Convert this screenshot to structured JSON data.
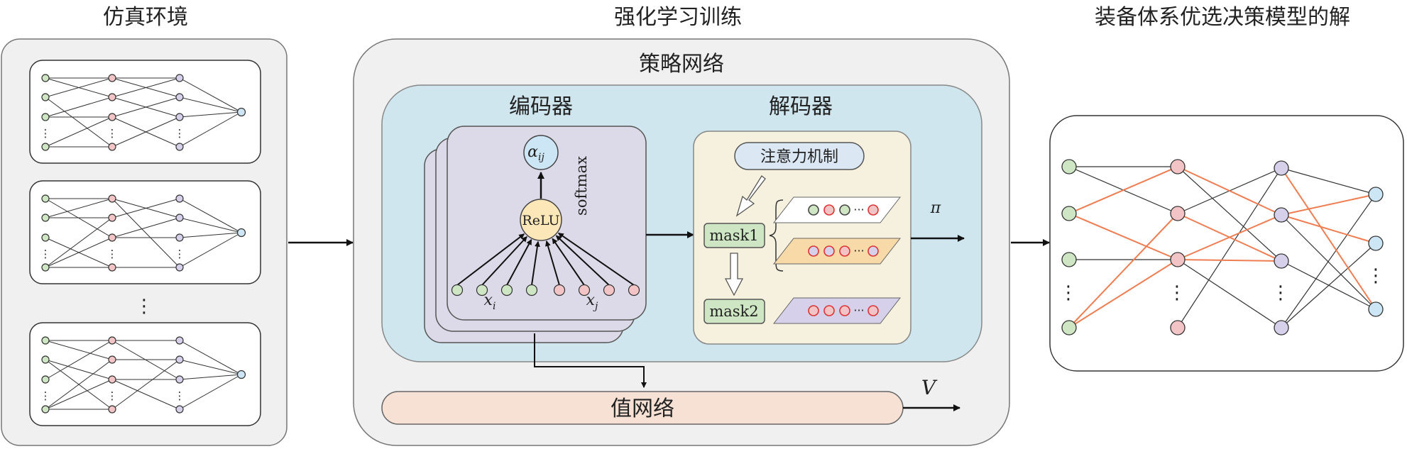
{
  "sections": {
    "env_title": "仿真环境",
    "train_title": "强化学习训练",
    "solution_title": "装备体系优选决策模型的解"
  },
  "policy": {
    "title": "策略网络",
    "encoder_title": "编码器",
    "decoder_title": "解码器",
    "alpha_label": "α",
    "alpha_sub": "ij",
    "relu_label": "ReLU",
    "softmax_label": "softmax",
    "xi_label": "x",
    "xi_sub": "i",
    "xj_label": "x",
    "xj_sub": "j",
    "attention_label": "注意力机制",
    "mask1_label": "mask1",
    "mask2_label": "mask2",
    "pi_label": "π"
  },
  "value": {
    "title": "值网络",
    "v_label": "V"
  },
  "misc": {
    "ellipsis_vertical": "⋮",
    "ellipsis_horizontal": "···"
  },
  "colors": {
    "green_node": "#cfe6c4",
    "red_node": "#f3c4c6",
    "purple_node": "#d6d0ea",
    "blue_node": "#cde6f5",
    "orange_edge": "#ef7d52",
    "policy_panel": "#cfe6ee",
    "decoder_panel": "#f6f1df",
    "value_bar": "#f6e1d4",
    "attention_pill": "#dbe8f4"
  }
}
